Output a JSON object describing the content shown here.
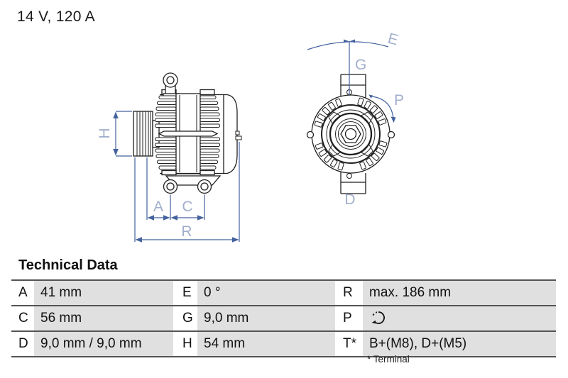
{
  "title": "14 V, 120 A",
  "diagram": {
    "side_view_labels": {
      "H": "H",
      "A": "A",
      "C": "C",
      "R": "R"
    },
    "front_view_labels": {
      "E": "E",
      "G": "G",
      "P": "P",
      "D": "D"
    },
    "dimension_line_color": "#44629f",
    "dimension_label_color": "#a2aecb",
    "drawing_line_color": "#1f1f1f"
  },
  "technical_data": {
    "heading": "Technical Data",
    "rows": [
      [
        {
          "k": "A",
          "v": "41 mm"
        },
        {
          "k": "E",
          "v": "0 °"
        },
        {
          "k": "R",
          "v": "max. 186 mm"
        }
      ],
      [
        {
          "k": "C",
          "v": "56 mm"
        },
        {
          "k": "G",
          "v": "9,0 mm"
        },
        {
          "k": "P",
          "v": "",
          "icon": "rotation-direction-icon"
        }
      ],
      [
        {
          "k": "D",
          "v": "9,0 mm / 9,0 mm"
        },
        {
          "k": "H",
          "v": "54 mm"
        },
        {
          "k": "T*",
          "v": "B+(M8), D+(M5)"
        }
      ]
    ],
    "footnote": "* Terminal"
  }
}
